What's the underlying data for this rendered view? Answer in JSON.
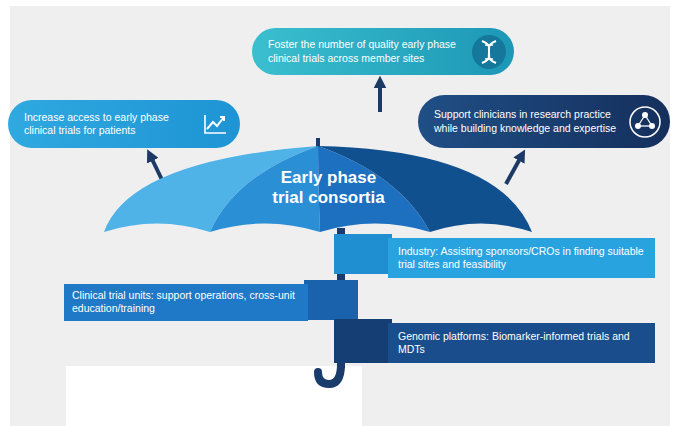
{
  "diagram": {
    "nodes": [
      {
        "text": [
          "Foster the number of quality early phase clinical trials across member sites"
        ]
      },
      {
        "text": [
          "Increase access to early phase clinical trials for patients"
        ]
      },
      {
        "text": [
          "Support clinicians in research practice while building knowledge and expertise"
        ]
      },
      {
        "text": [
          "Early phase trial consortia"
        ]
      },
      {
        "text": [
          "Industry: Assisting sponsors/CROs in finding suitable trial sites and feasibility"
        ]
      },
      {
        "text": [
          "Clinical trial units: support operations, cross-unit education/training"
        ]
      },
      {
        "text": [
          "Genomic platforms: Biomarker-informed trials and MDTs"
        ]
      }
    ],
    "edges": [
      {
        "from": 3,
        "to": 1,
        "arrow": "to"
      },
      {
        "from": 3,
        "to": 0,
        "arrow": "to"
      },
      {
        "from": 3,
        "to": 2,
        "arrow": "to"
      }
    ]
  }
}
